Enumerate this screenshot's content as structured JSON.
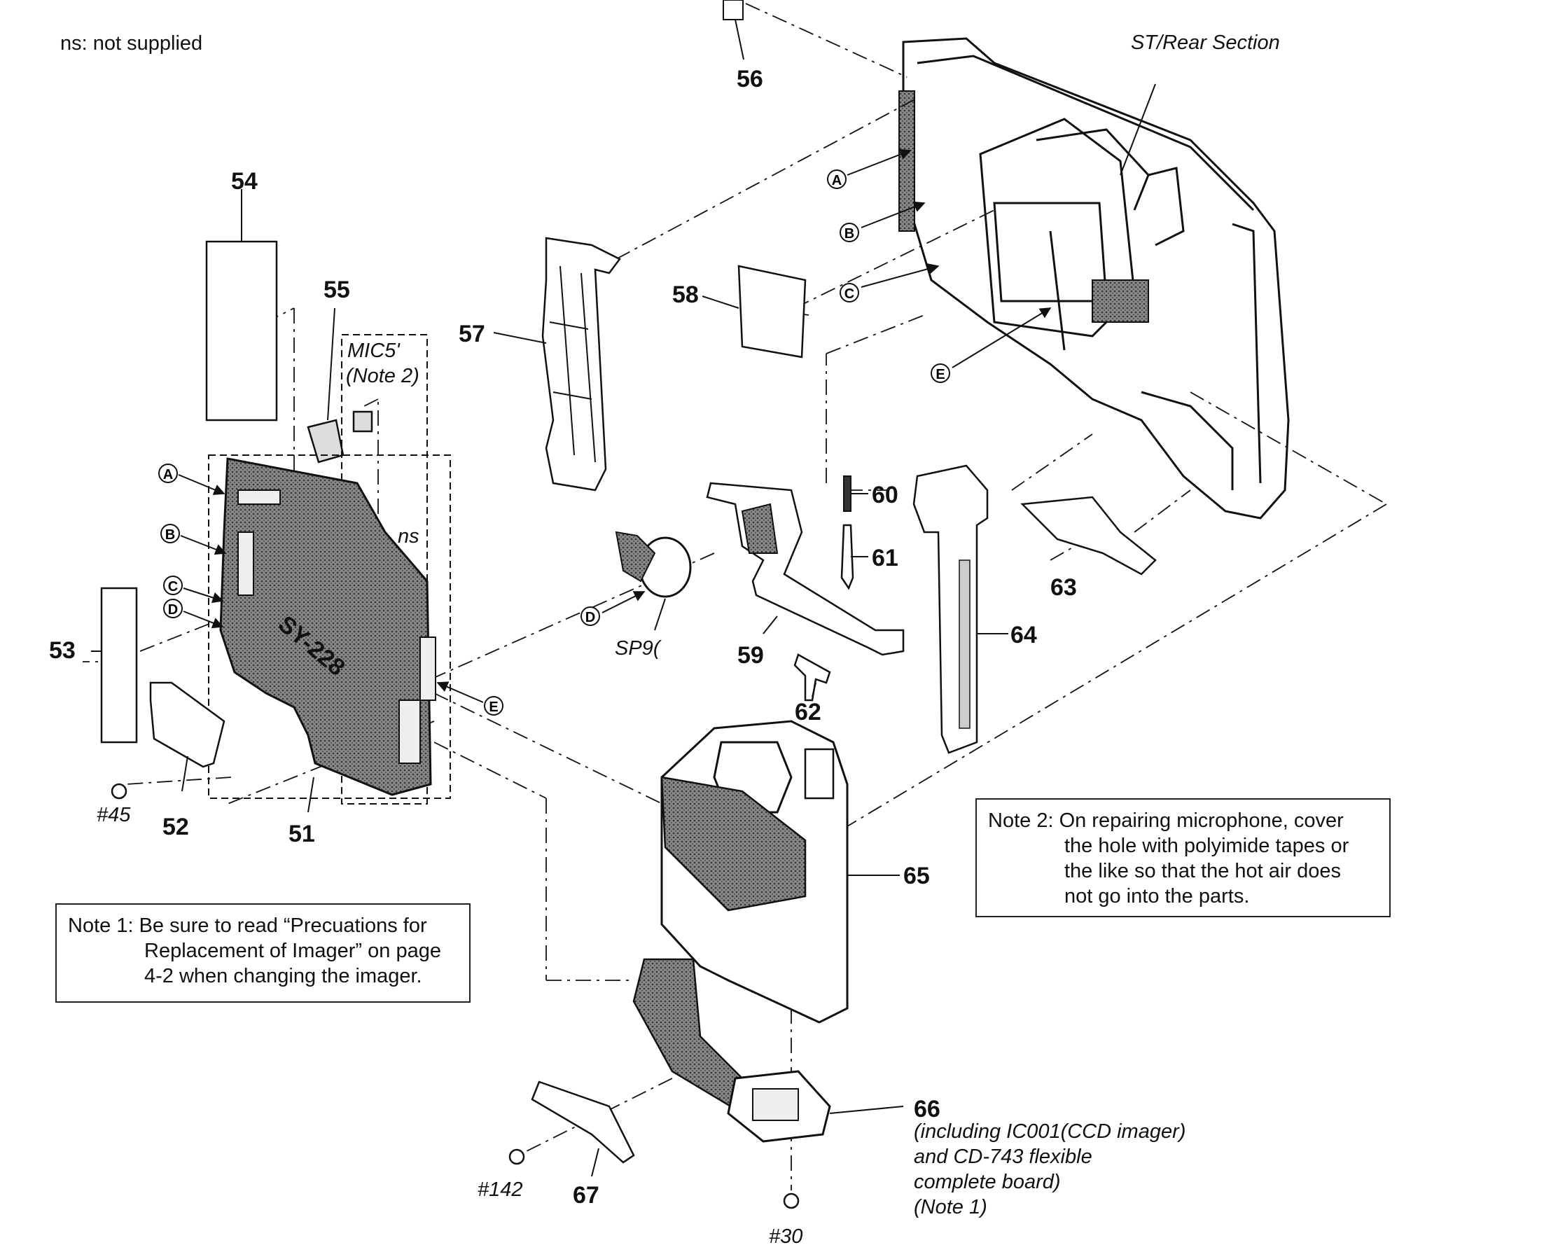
{
  "header": {
    "ns_legend": "ns: not supplied",
    "section_title": "ST/Rear Section"
  },
  "part_numbers": {
    "p51": "51",
    "p52": "52",
    "p53": "53",
    "p54": "54",
    "p55": "55",
    "p56": "56",
    "p57": "57",
    "p58": "58",
    "p59": "59",
    "p60": "60",
    "p61": "61",
    "p62": "62",
    "p63": "63",
    "p64": "64",
    "p65": "65",
    "p66": "66",
    "p67": "67"
  },
  "screws": {
    "s45": "#45",
    "s142": "#142",
    "s30": "#30"
  },
  "callouts": {
    "a": "A",
    "b": "B",
    "c": "C",
    "d": "D",
    "e": "E"
  },
  "labels": {
    "mic_ref": "MIC5'",
    "mic_note": "(Note 2)",
    "ns_tag": "ns",
    "sp_ref": "SP9(",
    "board_text": "SY-228"
  },
  "part66_desc": {
    "line1": "(including IC001(CCD imager)",
    "line2": "and CD-743 flexible",
    "line3": "complete board)",
    "line4": "(Note 1)"
  },
  "note1": {
    "prefix": "Note 1:",
    "line1": "Be sure to read “Precuations for",
    "line2": "Replacement of Imager” on page",
    "line3": "4-2 when changing the imager."
  },
  "note2": {
    "prefix": "Note 2:",
    "line1": "On repairing microphone, cover",
    "line2": "the hole with polyimide tapes or",
    "line3": "the like so that the hot air does",
    "line4": "not go into the parts."
  }
}
